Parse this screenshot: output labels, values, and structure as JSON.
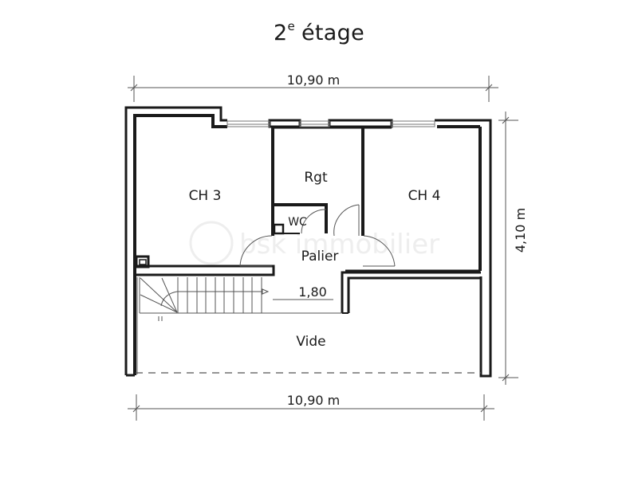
{
  "title": {
    "number": "2",
    "superscript": "e",
    "text": "étage"
  },
  "dimensions": {
    "top_width": "10,90 m",
    "bottom_width": "10,90 m",
    "right_height": "4,10 m",
    "stair_width": "1,80"
  },
  "rooms": {
    "ch3": "CH 3",
    "rgt": "Rgt",
    "wc": "WC",
    "ch4": "CH 4",
    "palier": "Palier",
    "vide": "Vide"
  },
  "watermark": "bsk immobilier",
  "colors": {
    "wall": "#1a1a1a",
    "line": "#555555",
    "background": "#ffffff"
  }
}
